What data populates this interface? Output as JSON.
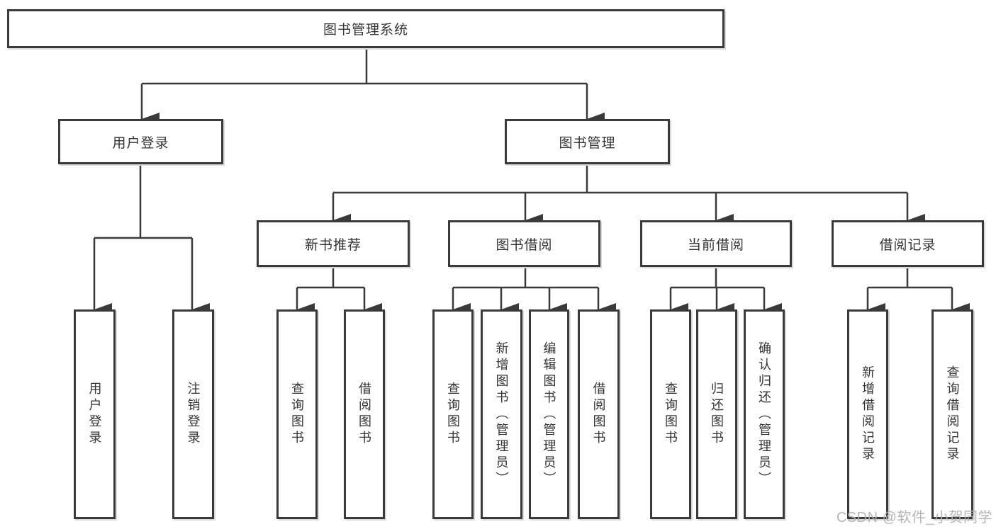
{
  "diagram": {
    "title": "图书管理系统",
    "nodes": {
      "root": "图书管理系统",
      "user_login": "用户登录",
      "book_mgmt": "图书管理",
      "new_book_rec": "新书推荐",
      "book_borrow": "图书借阅",
      "current_borrow": "当前借阅",
      "borrow_record": "借阅记录",
      "leaves": [
        "用户登录",
        "注销登录",
        "查询图书",
        "借阅图书",
        "查询图书",
        "新增图书（管理员）",
        "编辑图书（管理员）",
        "借阅图书",
        "查询图书",
        "归还图书",
        "确认归还（管理员）",
        "新增借阅记录",
        "查询借阅记录"
      ]
    },
    "hierarchy": {
      "图书管理系统": [
        "用户登录",
        "图书管理"
      ],
      "用户登录": [
        "用户登录",
        "注销登录"
      ],
      "图书管理": [
        "新书推荐",
        "图书借阅",
        "当前借阅",
        "借阅记录"
      ],
      "新书推荐": [
        "查询图书",
        "借阅图书"
      ],
      "图书借阅": [
        "查询图书",
        "新增图书（管理员）",
        "编辑图书（管理员）",
        "借阅图书"
      ],
      "当前借阅": [
        "查询图书",
        "归还图书",
        "确认归还（管理员）"
      ],
      "借阅记录": [
        "新增借阅记录",
        "查询借阅记录"
      ]
    },
    "colors": {
      "line": "#3a3a3a",
      "box_fill": "#ffffff",
      "text": "#333333",
      "box_shadow": "#d9d9d9",
      "watermark": "#b2b2b2",
      "background": "#ffffff"
    }
  },
  "watermark": {
    "text": "CSDN @软件_小贺同学"
  }
}
